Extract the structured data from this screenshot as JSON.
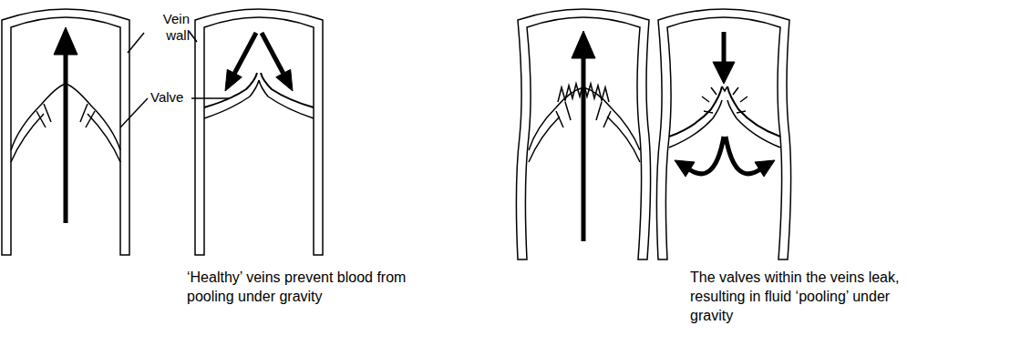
{
  "diagram": {
    "labels": [
      "Vein wall",
      "Valve",
      "‘Healthy’ veins prevent blood from pooling under gravity",
      "The valves within the veins leak, resulting in fluid ‘pooling’ under gravity"
    ]
  }
}
